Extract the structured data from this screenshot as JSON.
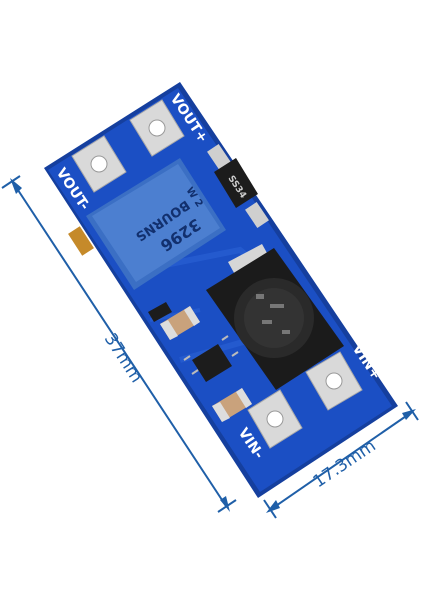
{
  "board": {
    "labels": {
      "vout_plus": "VOUT+",
      "vout_minus": "VOUT-",
      "vin_plus": "VIN+",
      "vin_minus": "VIN-"
    },
    "potentiometer": {
      "marking_line1": "BOURNS",
      "marking_line2": "3296",
      "marking_line3": "W 2"
    },
    "diode": {
      "marking": "SS34"
    }
  },
  "dimensions": {
    "length": "37mm",
    "width": "17.3mm"
  },
  "colors": {
    "pcb": "#1b4fc4",
    "pcb_edge": "#153f9e",
    "pad": "#d9d9d9",
    "pot_blue": "#4c7fd0",
    "dimension": "#1f5fa8"
  }
}
